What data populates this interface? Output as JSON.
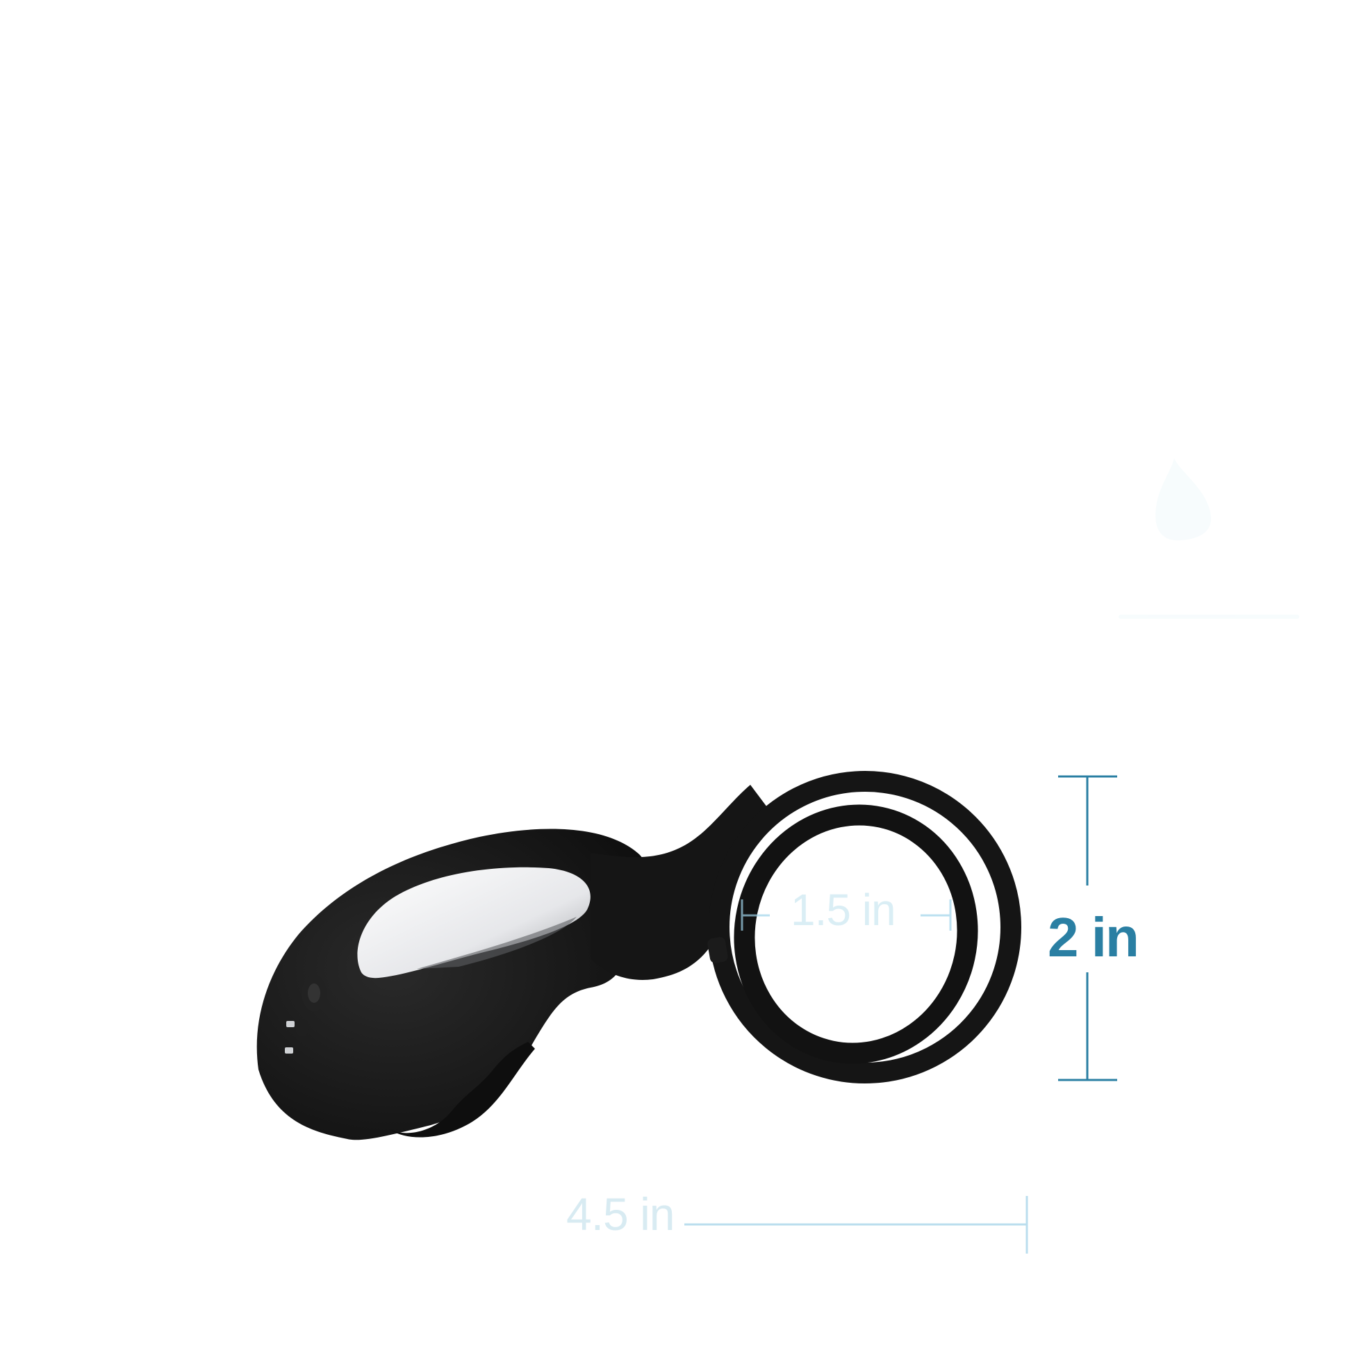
{
  "product": {
    "color": "#141414",
    "highlight_color": "#e9eaec"
  },
  "dimensions": {
    "height_label": "2 in",
    "inner_ring_label": "1.5 in",
    "length_label": "4.5 in",
    "accent_color": "#2a7fa3",
    "faded_color": "#d6eaf2"
  }
}
